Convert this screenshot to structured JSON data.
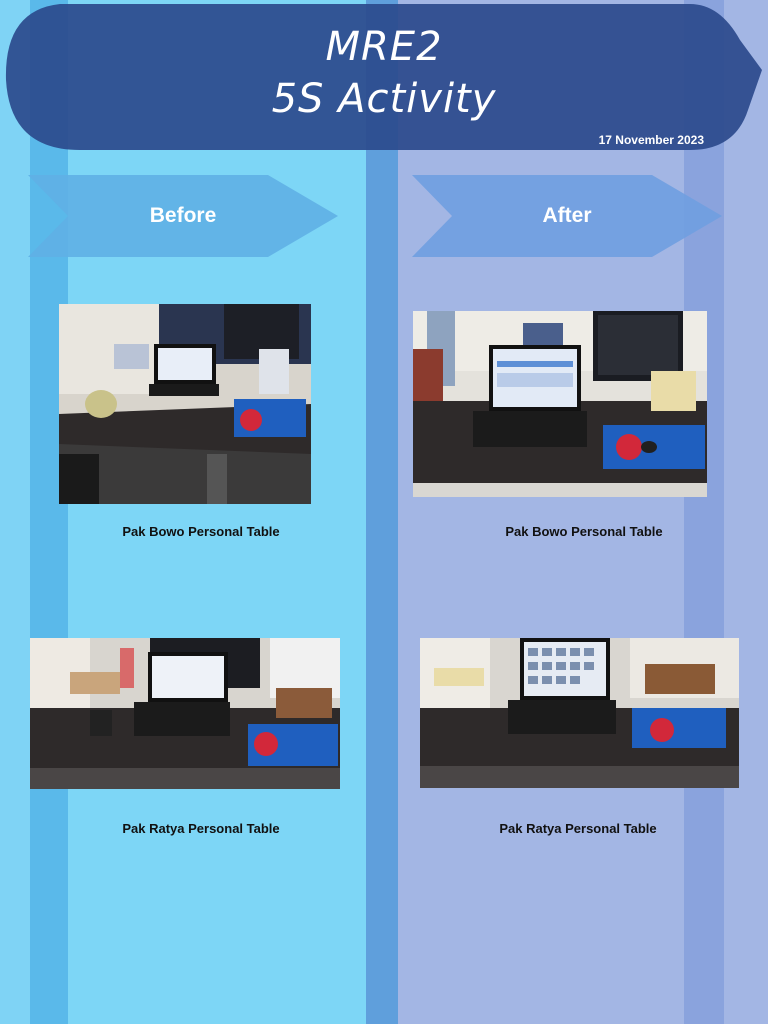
{
  "header": {
    "title_line1": "MRE2",
    "title_line2": "5S Activity",
    "date": "17 November 2023"
  },
  "columns": {
    "before_label": "Before",
    "after_label": "After"
  },
  "items": [
    {
      "before_caption": "Pak Bowo Personal Table",
      "after_caption": "Pak Bowo Personal Table"
    },
    {
      "before_caption": "Pak Ratya Personal Table",
      "after_caption": "Pak Ratya Personal Table"
    }
  ],
  "colors": {
    "banner": "#2b4a8c",
    "arrow_before": "#5fb0e6",
    "arrow_after": "#6f9ee0",
    "desk": "#2e2a2a",
    "mousepad": "#1f5fbf"
  }
}
